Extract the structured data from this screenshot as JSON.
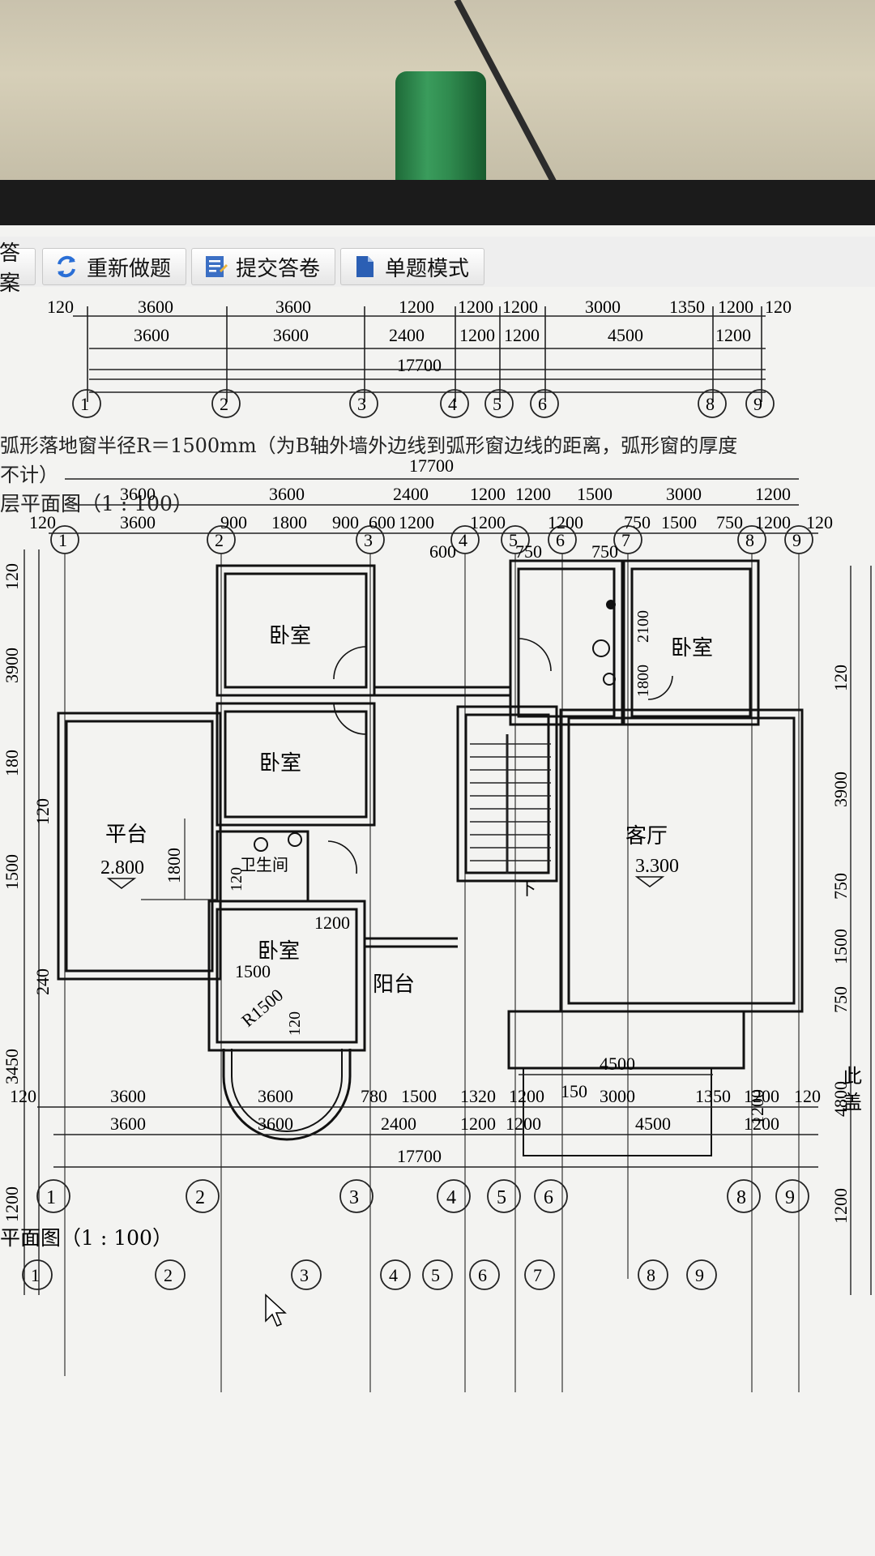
{
  "toolbar": {
    "answer_label": "答案",
    "redo_label": "重新做题",
    "submit_label": "提交答卷",
    "single_mode_label": "单题模式"
  },
  "note": {
    "line1": "弧形落地窗半径R＝1500mm（为B轴外墙外边线到弧形窗边线的距离，弧形窗的厚度",
    "line2": "不计）"
  },
  "plan_titles": {
    "upper": "层平面图（1 : 100）",
    "lower": "平面图（1 : 100）"
  },
  "axes": [
    "1",
    "2",
    "3",
    "4",
    "5",
    "6",
    "7",
    "8",
    "9"
  ],
  "top_partial": {
    "row1": [
      "120",
      "3600",
      "3600",
      "1200",
      "1200",
      "1200",
      "3000",
      "1350",
      "1200",
      "120"
    ],
    "row2": [
      "3600",
      "3600",
      "2400",
      "1200",
      "1200",
      "4500",
      "1200"
    ],
    "total": "17700"
  },
  "main_dims": {
    "total": "17700",
    "row_a": [
      "3600",
      "3600",
      "2400",
      "1200",
      "1200",
      "1500",
      "3000",
      "1200"
    ],
    "row_b": [
      "120",
      "3600",
      "900",
      "1800",
      "900",
      "600",
      "1200",
      "1200",
      "1200",
      "750",
      "1500",
      "750",
      "1200",
      "120"
    ],
    "row_c": [
      "600",
      "750",
      "750"
    ]
  },
  "bottom_dims": {
    "row_a": [
      "120",
      "3600",
      "3600",
      "780",
      "1500",
      "1320",
      "1200",
      "150",
      "3000",
      "1350",
      "1200",
      "120"
    ],
    "row_b": [
      "3600",
      "3600",
      "2400",
      "1200",
      "1200",
      "4500",
      "1200"
    ],
    "total": "17700",
    "stair_span": "4500"
  },
  "left_dims": [
    "120",
    "3900",
    "180",
    "120",
    "240",
    "1500",
    "3450",
    "1200"
  ],
  "right_dims": [
    "120",
    "3900",
    "750",
    "1500",
    "750",
    "4800",
    "1200"
  ],
  "rooms": {
    "bedroom": "卧室",
    "platform": "平台",
    "platform_level": "2.800",
    "toilet": "卫生间",
    "living": "客厅",
    "living_level": "3.300",
    "balcony": "阳台",
    "stair_down": "下"
  },
  "inner_dims": [
    "1800",
    "120",
    "1200",
    "1500",
    "R1500",
    "120",
    "2100",
    "1800",
    "1200"
  ],
  "cut_note": [
    "此",
    "盖"
  ]
}
